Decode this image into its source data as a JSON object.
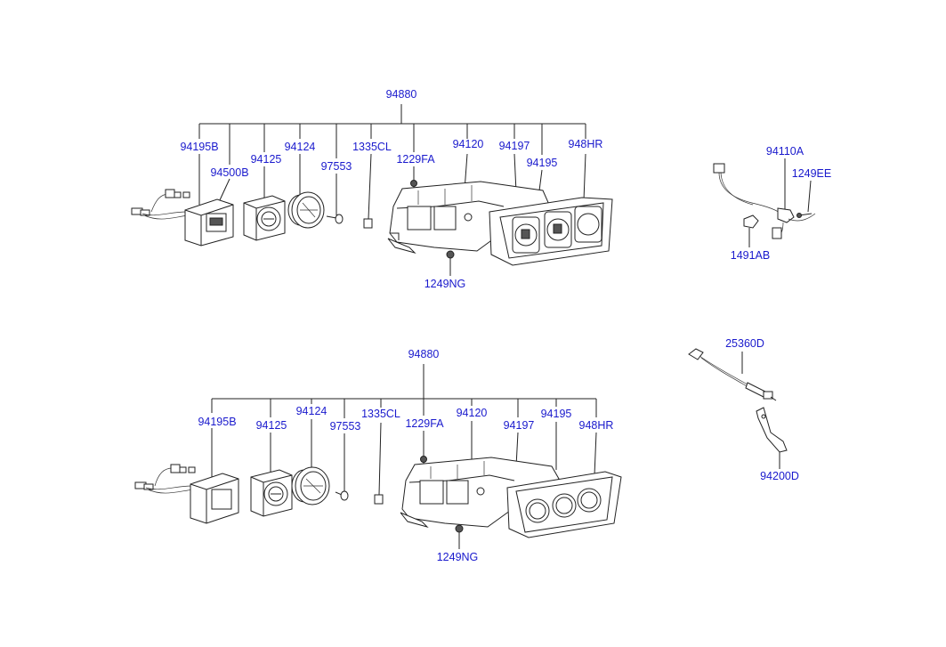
{
  "colors": {
    "label": "#1a1acd",
    "line": "#222222",
    "background": "#ffffff"
  },
  "upper_assembly": {
    "main": "94880",
    "parts": [
      "94195B",
      "94500B",
      "94125",
      "94124",
      "97553",
      "1335CL",
      "1229FA",
      "94120",
      "94197",
      "94195",
      "948HR",
      "1249NG"
    ]
  },
  "lower_assembly": {
    "main": "94880",
    "parts": [
      "94195B",
      "94125",
      "94124",
      "97553",
      "1335CL",
      "1229FA",
      "94120",
      "94197",
      "94195",
      "948HR",
      "1249NG"
    ]
  },
  "sensor_group": {
    "parts": [
      "94110A",
      "1249EE",
      "1491AB"
    ]
  },
  "cable_group": {
    "parts": [
      "25360D",
      "94200D"
    ]
  }
}
